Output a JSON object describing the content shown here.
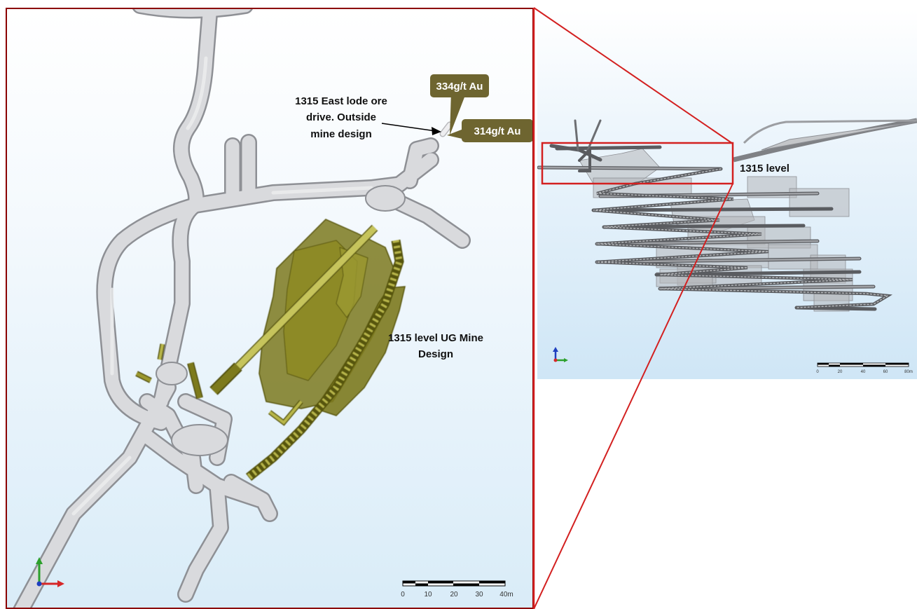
{
  "main_view": {
    "annotation_ore_drive": [
      "1315 East lode ore",
      "drive. Outside",
      "mine design"
    ],
    "annotation_design": [
      "1315 level UG Mine",
      "Design"
    ],
    "callouts": [
      "334g/t Au",
      "314g/t Au"
    ],
    "scale_ticks": [
      "0",
      "10",
      "20",
      "30",
      "40m"
    ]
  },
  "inset_view": {
    "level_label": "1315 level",
    "scale_ticks": [
      "0",
      "20",
      "40",
      "60",
      "80m"
    ]
  },
  "colors": {
    "frame_red": "#d32020",
    "frame_dark": "#8b0000",
    "tunnel_fill": "#d9dadd",
    "tunnel_stroke": "#8e9095",
    "design_fill": "#7d7a1c",
    "design_light": "#b8b64a",
    "callout_fill": "#6e6530"
  }
}
